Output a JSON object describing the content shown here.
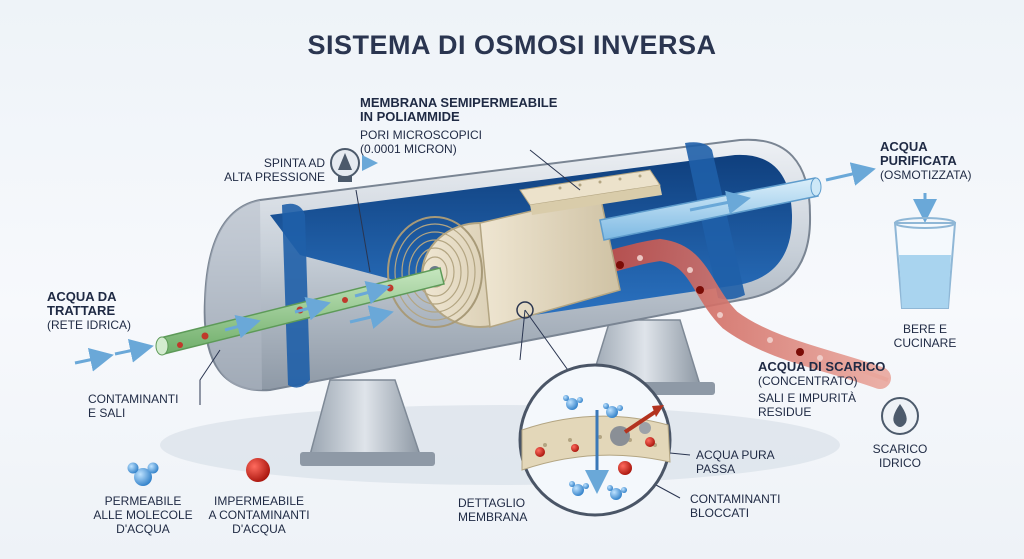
{
  "title": "SISTEMA DI OSMOSI INVERSA",
  "labels": {
    "membrane_title": "MEMBRANA SEMIPERMEABILE",
    "membrane_title2": "IN POLIAMMIDE",
    "pores": "PORI MICROSCOPICI",
    "pores_size": "(0.0001 MICRON)",
    "push_1": "SPINTA AD",
    "push_2": "ALTA PRESSIONE",
    "inlet_1": "ACQUA DA",
    "inlet_2": "TRATTARE",
    "inlet_3": "(RETE IDRICA)",
    "contaminants_1": "CONTAMINANTI",
    "contaminants_2": "E SALI",
    "purified_1": "ACQUA",
    "purified_2": "PURIFICATA",
    "purified_3": "(OSMOTIZZATA)",
    "drink_1": "BERE E",
    "drink_2": "CUCINARE",
    "waste_1": "ACQUA DI SCARICO",
    "waste_2": "(CONCENTRATO)",
    "waste_3": "SALI E IMPURITÀ",
    "waste_4": "RESIDUE",
    "drain_1": "SCARICO",
    "drain_2": "IDRICO",
    "pure_pass_1": "ACQUA PURA",
    "pure_pass_2": "PASSA",
    "blocked_1": "CONTAMINANTI",
    "blocked_2": "BLOCCATI",
    "detail_1": "DETTAGLIO",
    "detail_2": "MEMBRANA",
    "legend_perm_1": "PERMEABILE",
    "legend_perm_2": "ALLE MOLECOLE",
    "legend_perm_3": "D'ACQUA",
    "legend_imp_1": "IMPERMEABILE",
    "legend_imp_2": "A CONTAMINANTI",
    "legend_imp_3": "D'ACQUA"
  },
  "colors": {
    "tank_blue": "#1f5fa8",
    "tank_steel": "#c9d1da",
    "feed_green": "#8fc689",
    "waste_red": "#c0392b",
    "pure_blue": "#a9d4ef",
    "arrow_blue": "#6aa8d8",
    "text_dark": "#1f2a44"
  },
  "icons": [
    "pump-icon",
    "water-glass-icon",
    "drain-drop-icon",
    "water-molecule-icon",
    "contaminant-particle-icon"
  ]
}
